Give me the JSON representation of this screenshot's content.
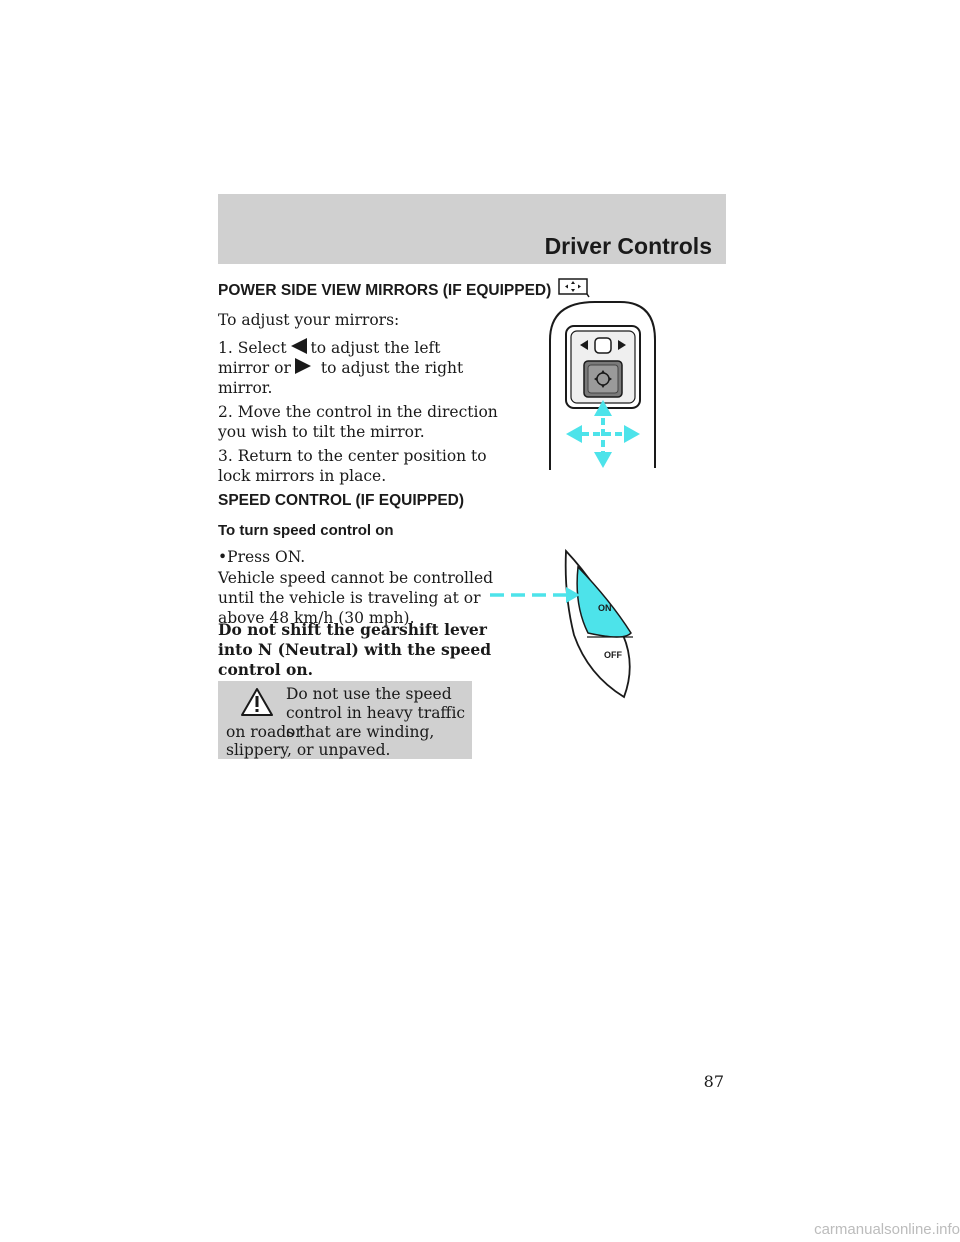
{
  "header": {
    "section_title": "Driver Controls"
  },
  "mirrors": {
    "heading": "POWER SIDE VIEW MIRRORS (IF EQUIPPED)",
    "intro": "To adjust your mirrors:",
    "step1_a": "1. Select",
    "step1_b": "to adjust the left",
    "step1_c": "mirror or",
    "step1_d": "to adjust the right",
    "step1_e": "mirror.",
    "step2_l1": "2. Move the control in the direction",
    "step2_l2": "you wish to tilt the mirror.",
    "step3_l1": "3. Return to the center position to",
    "step3_l2": "lock mirrors in place."
  },
  "speed": {
    "heading": "SPEED CONTROL (IF EQUIPPED)",
    "subheading": "To turn speed control on",
    "bullet": "Press ON.",
    "body_l1": "Vehicle speed cannot be controlled",
    "body_l2": "until the vehicle is traveling at or",
    "body_l3": "above 48 km/h (30 mph).",
    "bold_l1": "Do not shift the gearshift lever",
    "bold_l2": "into N (Neutral) with the speed",
    "bold_l3": "control on.",
    "warning_l1": "Do not use the speed",
    "warning_l2": "control in heavy traffic or",
    "warning_l3": "on roads that are winding,",
    "warning_l4": "slippery, or unpaved.",
    "switch_on_label": "ON",
    "switch_off_label": "OFF"
  },
  "footer": {
    "page_number": "87",
    "watermark": "carmanualsonline.info"
  },
  "colors": {
    "accent_cyan": "#4de3ea",
    "band_gray": "#d0d0d0"
  }
}
